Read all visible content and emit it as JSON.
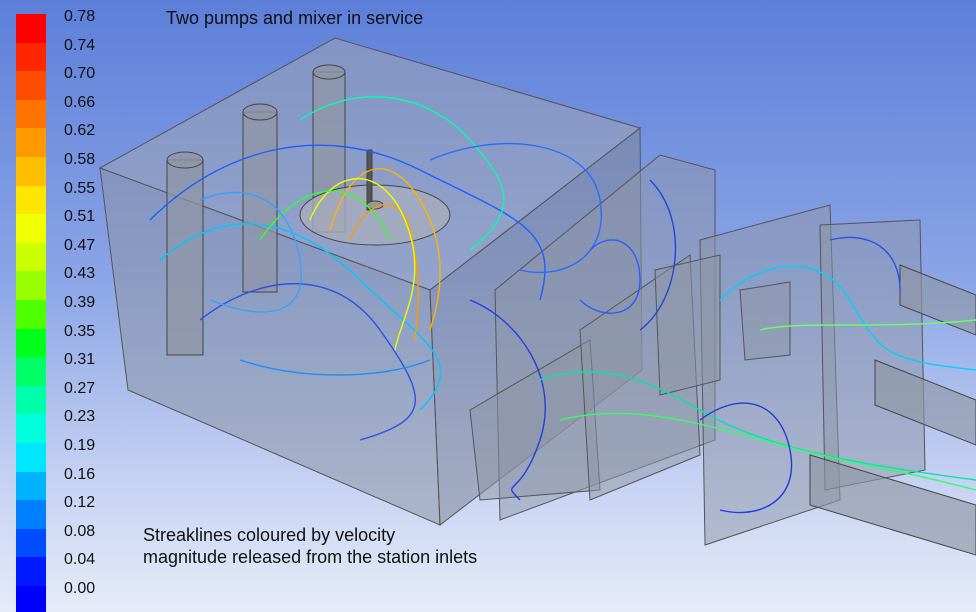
{
  "title": "Two pumps and mixer in service",
  "caption_line1": "Streaklines coloured by velocity",
  "caption_line2": "magnitude released from the station inlets",
  "legend": {
    "values": [
      "0.78",
      "0.74",
      "0.70",
      "0.66",
      "0.62",
      "0.58",
      "0.55",
      "0.51",
      "0.47",
      "0.43",
      "0.39",
      "0.35",
      "0.31",
      "0.27",
      "0.23",
      "0.19",
      "0.16",
      "0.12",
      "0.08",
      "0.04",
      "0.00"
    ],
    "colors": [
      "#ff0000",
      "#ff2600",
      "#ff4d00",
      "#ff7300",
      "#ff9900",
      "#ffbf00",
      "#ffe600",
      "#f2ff00",
      "#ccff00",
      "#99ff00",
      "#4dff00",
      "#00ff1a",
      "#00ff66",
      "#00ffaa",
      "#00ffdd",
      "#00e6ff",
      "#00b3ff",
      "#0080ff",
      "#004dff",
      "#001aff",
      "#0000ff"
    ]
  }
}
